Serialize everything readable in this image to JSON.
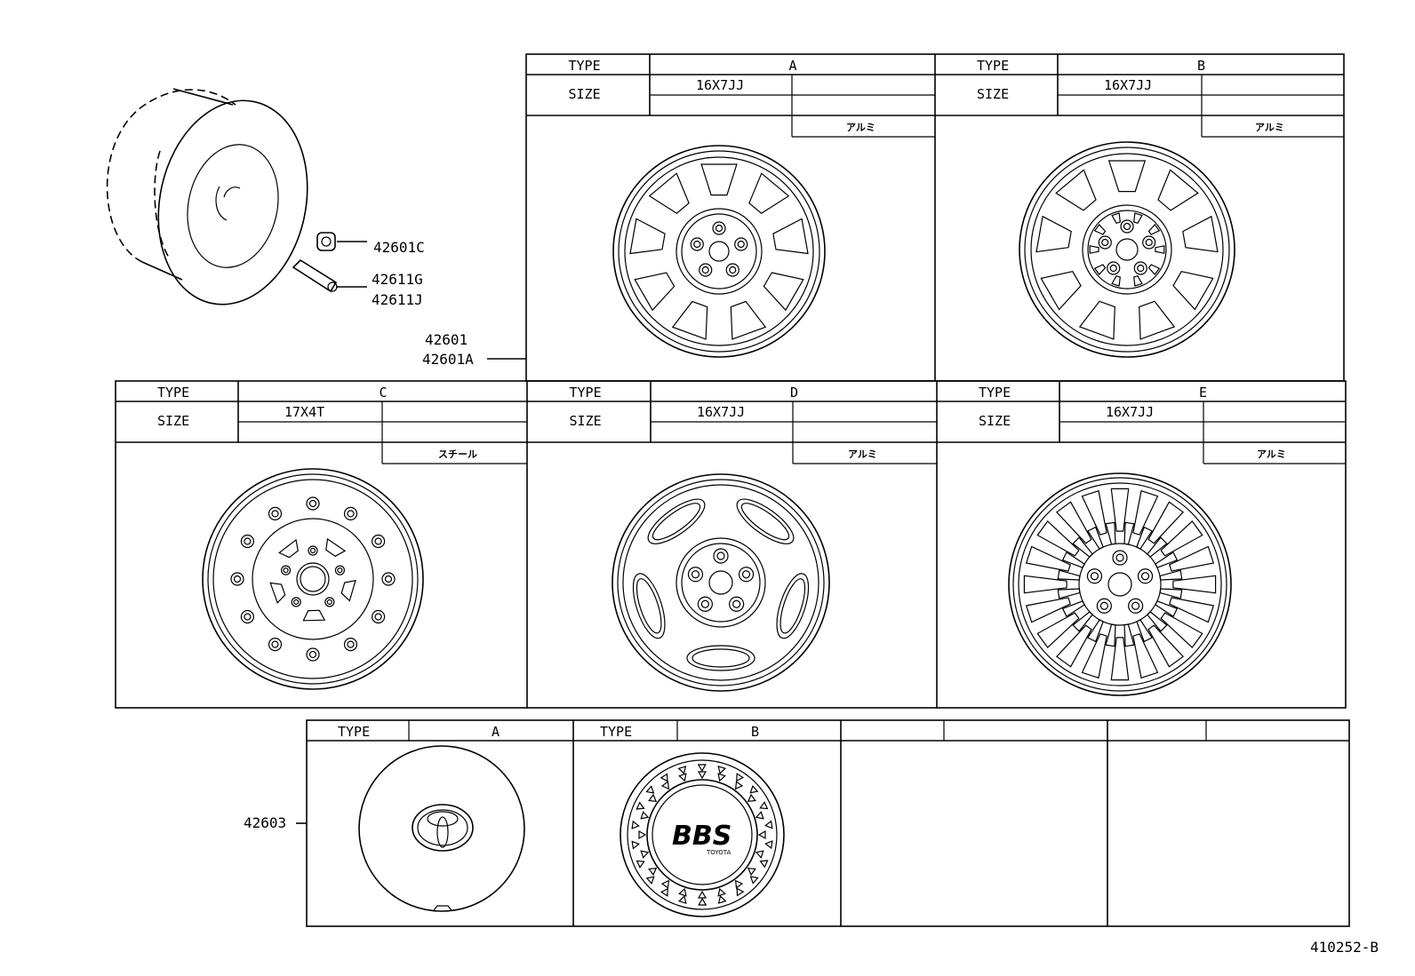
{
  "diagram_code": "410252-B",
  "callouts": {
    "nut": "42601C",
    "valve_1": "42611G",
    "valve_2": "42611J",
    "wheel_1": "42601",
    "wheel_2": "42601A",
    "ornament": "42603"
  },
  "wheel_panels": [
    {
      "type_label": "TYPE",
      "type": "A",
      "size_label": "SIZE",
      "size": "16X7JJ",
      "material": "アルミ"
    },
    {
      "type_label": "TYPE",
      "type": "B",
      "size_label": "SIZE",
      "size": "16X7JJ",
      "material": "アルミ"
    },
    {
      "type_label": "TYPE",
      "type": "C",
      "size_label": "SIZE",
      "size": "17X4T",
      "material": "スチール"
    },
    {
      "type_label": "TYPE",
      "type": "D",
      "size_label": "SIZE",
      "size": "16X7JJ",
      "material": "アルミ"
    },
    {
      "type_label": "TYPE",
      "type": "E",
      "size_label": "SIZE",
      "size": "16X7JJ",
      "material": "アルミ"
    }
  ],
  "ornament_panels": [
    {
      "type_label": "TYPE",
      "type": "A"
    },
    {
      "type_label": "TYPE",
      "type": "B",
      "badge": "BBS",
      "badge_sub": "TOYOTA"
    },
    {
      "type_label": "",
      "type": ""
    },
    {
      "type_label": "",
      "type": ""
    }
  ]
}
